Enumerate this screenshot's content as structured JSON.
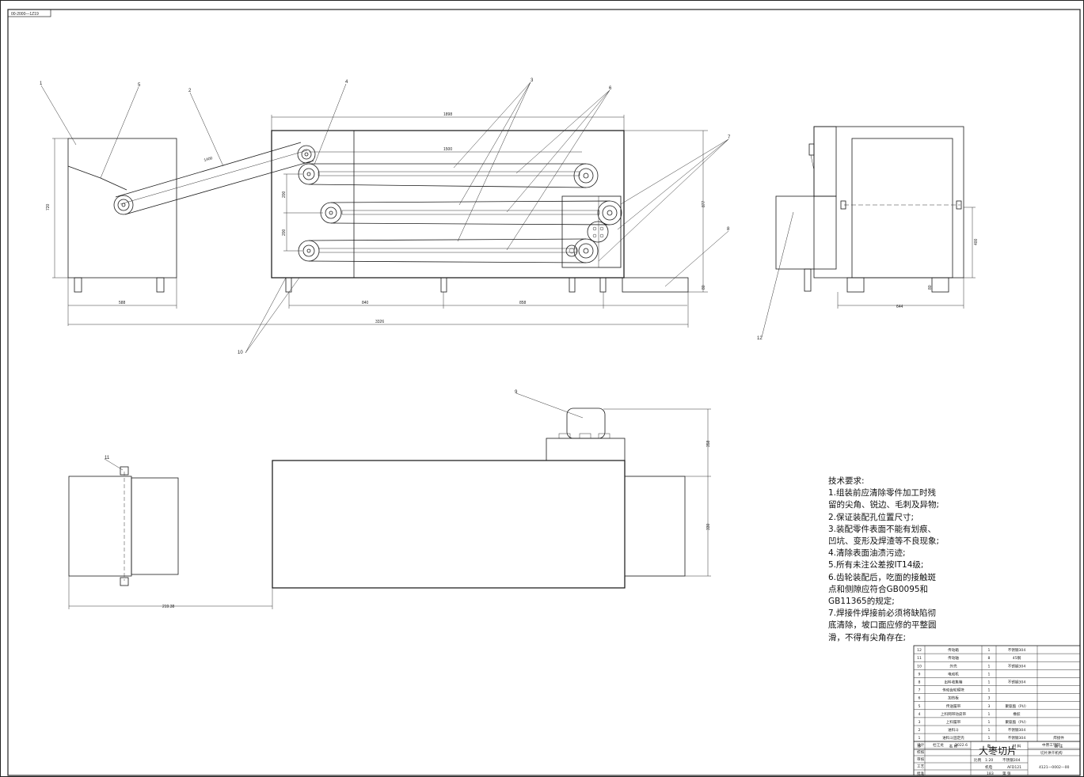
{
  "drawing_code": "00-2000—1Z19",
  "dimensions": {
    "d1898": "1898",
    "d1500": "1500",
    "d1400": "1400",
    "d720": "720",
    "d200a": "200",
    "d200b": "200",
    "d588": "588",
    "d840": "840",
    "d858": "858",
    "d3326": "3326",
    "d877": "877",
    "d80a": "80",
    "d400": "400",
    "d80b": "80",
    "d644": "644",
    "d358": "358",
    "d330": "330",
    "d21938": "219.38"
  },
  "balloons": [
    "1",
    "5",
    "2",
    "4",
    "3",
    "6",
    "7",
    "8",
    "10",
    "12",
    "9",
    "11"
  ],
  "notes": {
    "title": "技术要求:",
    "lines": [
      "1.组装前应清除零件加工时残",
      "留的尖角、锐边、毛刺及异物;",
      "2.保证装配孔位置尺寸;",
      "3.装配零件表面不能有划痕、",
      "凹坑、变形及焊渣等不良现象;",
      "4.清除表面油渍污迹;",
      "5.所有未注公差按IT14级;",
      "6.齿轮装配后，吃面的接触斑",
      "点和侧隙应符合GB0095和",
      "GB11365的规定;",
      "7.焊接件焊接前必须将缺陷彻",
      "底清除，坡口面应修的平整圆",
      "滑，不得有尖角存在;"
    ]
  },
  "bom": {
    "rows": [
      {
        "no": "12",
        "name": "传动箱",
        "qty": "1",
        "mat": "不锈钢304",
        "note": ""
      },
      {
        "no": "11",
        "name": "传动轴",
        "qty": "8",
        "mat": "45钢",
        "note": ""
      },
      {
        "no": "10",
        "name": "外壳",
        "qty": "1",
        "mat": "不锈钢304",
        "note": ""
      },
      {
        "no": "9",
        "name": "电动机",
        "qty": "1",
        "mat": "",
        "note": ""
      },
      {
        "no": "8",
        "name": "出料收集箱",
        "qty": "1",
        "mat": "不锈钢304",
        "note": ""
      },
      {
        "no": "7",
        "name": "传动齿轮模块",
        "qty": "1",
        "mat": "",
        "note": ""
      },
      {
        "no": "6",
        "name": "加热板",
        "qty": "3",
        "mat": "",
        "note": ""
      },
      {
        "no": "5",
        "name": "传送履带",
        "qty": "3",
        "mat": "聚氨酯（PU）",
        "note": ""
      },
      {
        "no": "4",
        "name": "上料网带动皮带",
        "qty": "1",
        "mat": "橡胶",
        "note": ""
      },
      {
        "no": "3",
        "name": "上料履带",
        "qty": "1",
        "mat": "聚氨酯（PU）",
        "note": ""
      },
      {
        "no": "2",
        "name": "进料斗",
        "qty": "1",
        "mat": "不锈钢304",
        "note": ""
      },
      {
        "no": "1",
        "name": "进料斗固定壳",
        "qty": "1",
        "mat": "不锈钢304",
        "note": "焊接件"
      }
    ],
    "header": {
      "no": "序",
      "name": "名  称",
      "qty": "数",
      "mat": "材  料",
      "note": "备  注"
    }
  },
  "title_block": {
    "name": "大枣切片",
    "school": "中原工学院",
    "machine": "切片烘干机构",
    "drawing_no": "4121—0002—00",
    "designer": "杜江龙",
    "date": "2022.6",
    "r1": "设计",
    "r2": "校核",
    "r3": "审核",
    "r4": "工艺",
    "r5": "批准",
    "scale_label": "比例",
    "scale": "1:20",
    "sheet": "机电",
    "material": "不锈钢304",
    "weight": "183",
    "code": "AFD121",
    "sheet_label": "张",
    "page": "第  张"
  }
}
